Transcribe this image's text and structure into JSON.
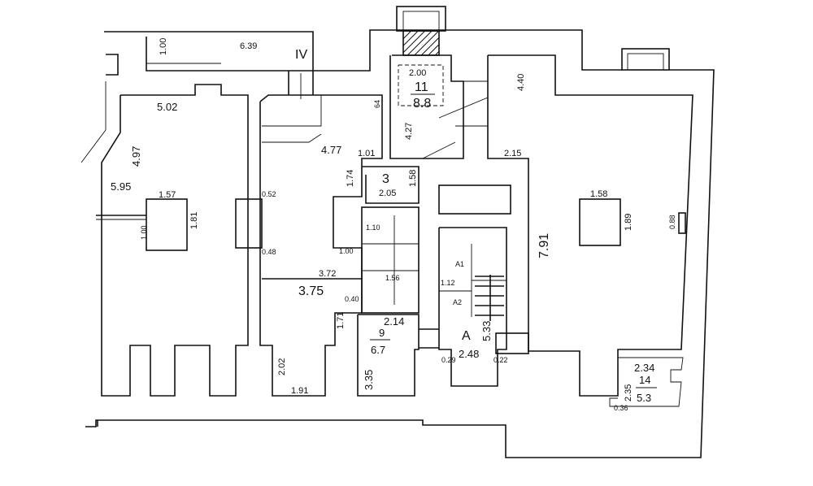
{
  "plan": {
    "stair_label": "IV",
    "labels": [
      "1.00",
      "6.39",
      "5.02",
      "4.97",
      "5.95",
      "1.57",
      "1.81",
      "1.00",
      "0.52",
      "0.48",
      "4.77",
      "64",
      "1.01",
      "2.00",
      "4.27",
      "1.74",
      "2.05",
      "1.58",
      "3.72",
      "3.75",
      "1.71",
      "2.14",
      "3.35",
      "2.02",
      "1.91",
      "5.33",
      "2.48",
      "A1",
      "A2",
      "1.12",
      "4.40",
      "2.15",
      "7.91",
      "1.58",
      "1.89",
      "0.88",
      "2.34",
      "2.35",
      "0.36",
      "0.40",
      "1.00",
      "1.56",
      "1.10",
      "0.29",
      "0.22"
    ],
    "rooms": [
      {
        "number": "11",
        "area": "8.8"
      },
      {
        "number": "3"
      },
      {
        "number": "9",
        "area": "6.7"
      },
      {
        "number": "A"
      },
      {
        "number": "14",
        "area": "5.3"
      }
    ]
  }
}
